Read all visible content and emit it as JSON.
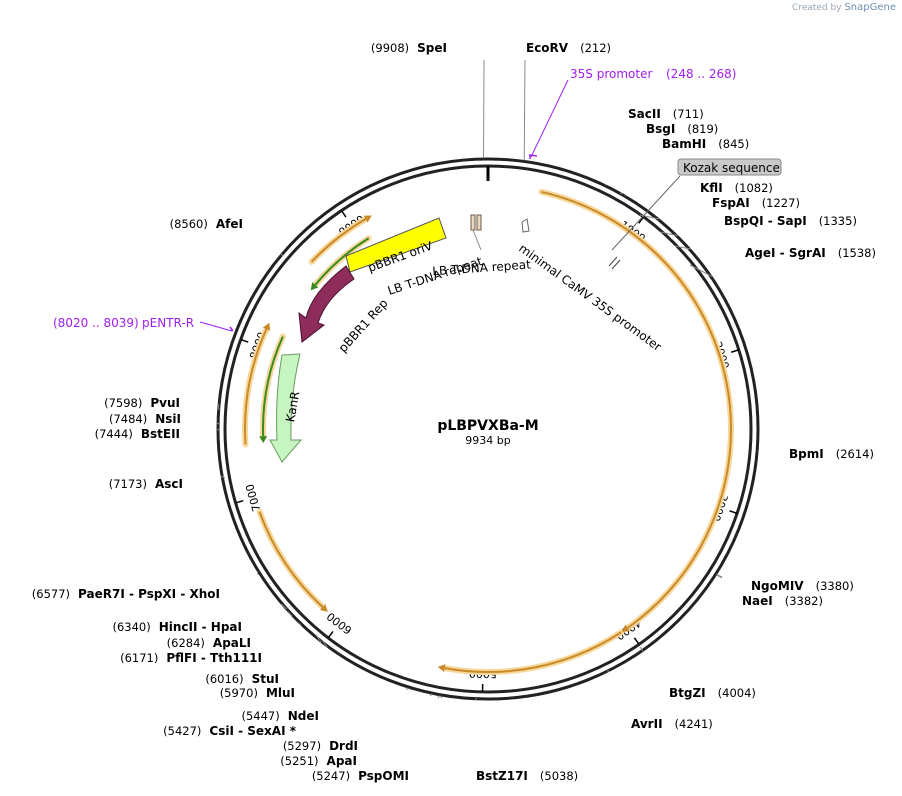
{
  "watermark": {
    "prefix": "Created by",
    "brand": "SnapGene"
  },
  "plasmid": {
    "name": "pLBPVXBa-M",
    "size_label": "9934 bp",
    "length": 9934
  },
  "ticks": [
    "1000",
    "2000",
    "3000",
    "4000",
    "5000",
    "6000",
    "7000",
    "8000",
    "9000"
  ],
  "sites": [
    {
      "name": "SpeI",
      "pos": "(9908)"
    },
    {
      "name": "EcoRV",
      "pos": "(212)"
    },
    {
      "name": "SacII",
      "pos": "(711)"
    },
    {
      "name": "BsgI",
      "pos": "(819)"
    },
    {
      "name": "BamHI",
      "pos": "(845)"
    },
    {
      "name": "KflI",
      "pos": "(1082)"
    },
    {
      "name": "FspAI",
      "pos": "(1227)"
    },
    {
      "name": "BspQI  - SapI",
      "pos": "(1335)"
    },
    {
      "name": "AgeI  - SgrAI",
      "pos": "(1538)"
    },
    {
      "name": "BpmI",
      "pos": "(2614)"
    },
    {
      "name": "NgoMIV",
      "pos": "(3380)"
    },
    {
      "name": "NaeI",
      "pos": "(3382)"
    },
    {
      "name": "BtgZI",
      "pos": "(4004)"
    },
    {
      "name": "AvrII",
      "pos": "(4241)"
    },
    {
      "name": "BstZ17I",
      "pos": "(5038)"
    },
    {
      "name": "PspOMI",
      "pos": "(5247)"
    },
    {
      "name": "ApaI",
      "pos": "(5251)"
    },
    {
      "name": "DrdI",
      "pos": "(5297)"
    },
    {
      "name": "CsiI  - SexAI *",
      "pos": "(5427)"
    },
    {
      "name": "NdeI",
      "pos": "(5447)"
    },
    {
      "name": "MluI",
      "pos": "(5970)"
    },
    {
      "name": "StuI",
      "pos": "(6016)"
    },
    {
      "name": "PflFI  - Tth111I",
      "pos": "(6171)"
    },
    {
      "name": "ApaLI",
      "pos": "(6284)"
    },
    {
      "name": "HincII  - HpaI",
      "pos": "(6340)"
    },
    {
      "name": "PaeR7I  - PspXI  - XhoI",
      "pos": "(6577)"
    },
    {
      "name": "AscI",
      "pos": "(7173)"
    },
    {
      "name": "BstEII",
      "pos": "(7444)"
    },
    {
      "name": "NsiI",
      "pos": "(7484)"
    },
    {
      "name": "PvuI",
      "pos": "(7598)"
    },
    {
      "name": "AfeI",
      "pos": "(8560)"
    }
  ],
  "primers": [
    {
      "name": "35S promoter",
      "range": "(248 .. 268)"
    },
    {
      "name": "pENTR-R",
      "range": "(8020 .. 8039)"
    }
  ],
  "features": {
    "kozak": "Kozak sequence",
    "pbbr1_oriv": "pBBR1 oriV",
    "pbbr1_rep": "pBBR1 Rep",
    "kanr": "KanR",
    "lb_repeat_1": "LB T-DNA repeat",
    "lb_repeat_2": "LB T-DNA repeat",
    "camv": "minimal CaMV 35S promoter"
  },
  "colors": {
    "backbone": "#222222",
    "orange_arc": "#c98a2a",
    "orange_halo": "#f7d79a",
    "green_arc": "#3a8a1e",
    "oriv_fill": "#ffff00",
    "rep_fill": "#8e2d5b",
    "kanr_fill": "#c6f5c1",
    "primer": "#a020f0",
    "kozak_fill": "#c9c9c9",
    "lb_fill": "#e8d8c4"
  }
}
